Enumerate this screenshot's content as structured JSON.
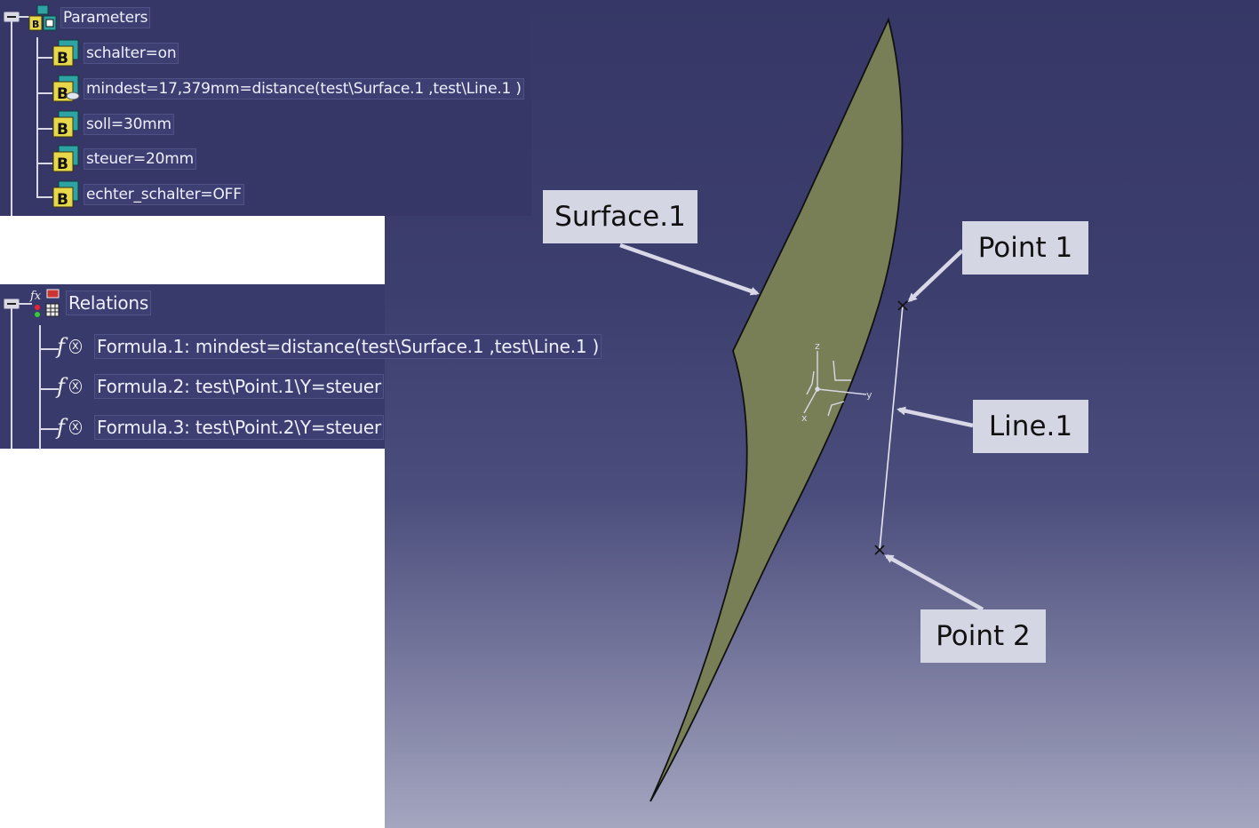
{
  "parameters": {
    "title": "Parameters",
    "items": [
      {
        "label": "schalter=on"
      },
      {
        "label": "mindest=17,379mm=distance(test\\Surface.1 ,test\\Line.1  )"
      },
      {
        "label": "soll=30mm"
      },
      {
        "label": "steuer=20mm"
      },
      {
        "label": "echter_schalter=OFF"
      }
    ]
  },
  "relations": {
    "title": "Relations",
    "items": [
      {
        "label": "Formula.1: mindest=distance(test\\Surface.1 ,test\\Line.1  )"
      },
      {
        "label": "Formula.2: test\\Point.1\\Y=steuer"
      },
      {
        "label": "Formula.3: test\\Point.2\\Y=steuer"
      }
    ]
  },
  "callouts": {
    "surface": "Surface.1",
    "point1": "Point 1",
    "line": "Line.1",
    "point2": "Point 2"
  },
  "axes": {
    "x": "x",
    "y": "y",
    "z": "z"
  },
  "colors": {
    "viewport_top": "#363766",
    "viewport_bottom": "#a4a6c0",
    "surface_fill": "#787f56",
    "callout_bg": "#d5d6e4",
    "arrow": "#d8d8e6"
  }
}
